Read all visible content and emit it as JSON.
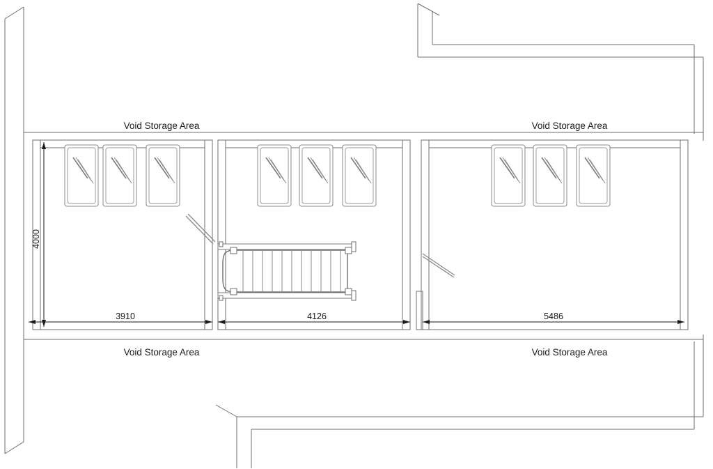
{
  "drawing": {
    "type": "architectural-floor-plan",
    "background_color": "#ffffff",
    "line_color": "#6e6e6e",
    "text_color": "#1a1a1a"
  },
  "labels": {
    "void_storage_top_left": "Void Storage Area",
    "void_storage_top_right": "Void Storage Area",
    "void_storage_bottom_left": "Void Storage Area",
    "void_storage_bottom_right": "Void Storage Area"
  },
  "dimensions": {
    "vertical_depth": "4000",
    "bay_left_width": "3910",
    "bay_middle_width": "4126",
    "bay_right_width": "5486"
  },
  "bays": [
    {
      "name": "left-bay",
      "width_label": "3910",
      "unit_count": 3
    },
    {
      "name": "middle-bay",
      "width_label": "4126",
      "unit_count": 3
    },
    {
      "name": "right-bay",
      "width_label": "5486",
      "unit_count": 3
    }
  ],
  "fixtures": {
    "stair": {
      "name": "stair-run",
      "tread_count": 11
    },
    "doors": [
      {
        "name": "door-left-partition",
        "swing": "open-up-left"
      },
      {
        "name": "door-right-partition",
        "swing": "open-down-right"
      }
    ]
  }
}
